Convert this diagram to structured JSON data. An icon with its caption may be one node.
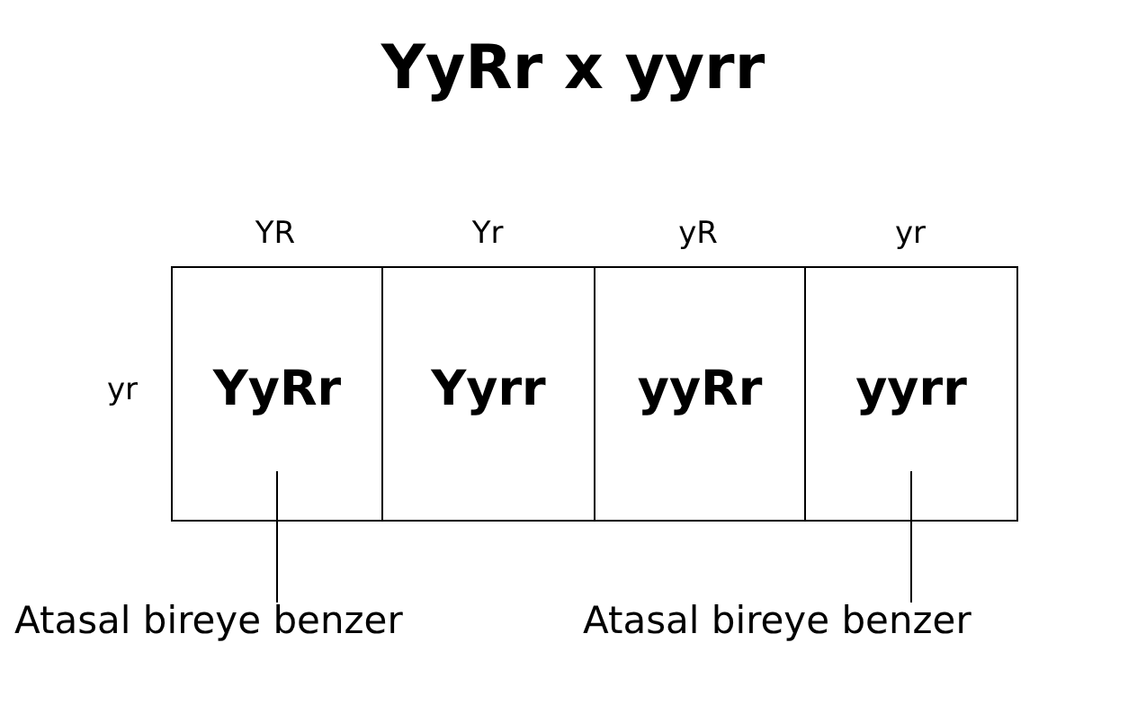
{
  "diagram": {
    "title": "YyRr x yyrr",
    "nodes": [
      {
        "text": [
          "YyRr"
        ]
      },
      {
        "text": [
          "Yyrr"
        ]
      },
      {
        "text": [
          "yyRr"
        ]
      },
      {
        "text": [
          "yyrr"
        ]
      },
      {
        "text": [
          "Atasal bireye benzer"
        ]
      },
      {
        "text": [
          "Atasal bireye benzer"
        ]
      }
    ],
    "edges": [
      {
        "from": 4,
        "to": 0,
        "arrow": "none"
      },
      {
        "from": 5,
        "to": 3,
        "arrow": "none"
      }
    ],
    "labels": [
      "YR",
      "Yr",
      "yR",
      "yr",
      "yr"
    ]
  }
}
